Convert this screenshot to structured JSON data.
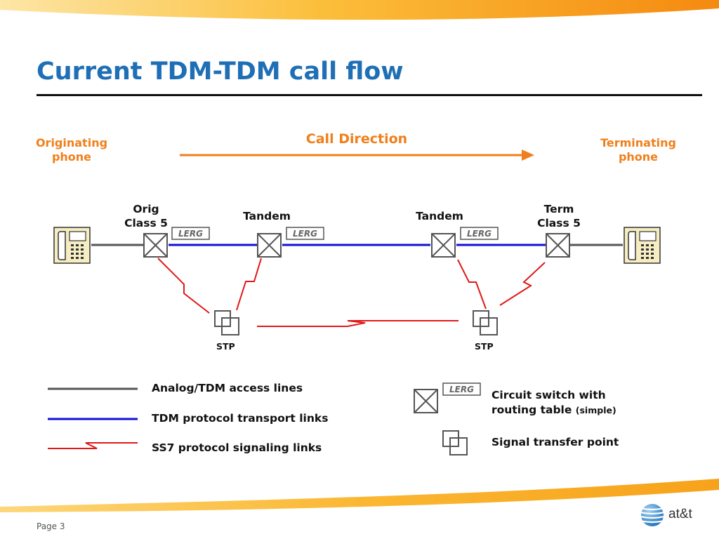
{
  "slide": {
    "title": "Current TDM-TDM call flow",
    "page_label": "Page 3",
    "brand": "at&t"
  },
  "diagram": {
    "call_direction": "Call Direction",
    "originating_phone": [
      "Originating",
      "phone"
    ],
    "terminating_phone": [
      "Terminating",
      "phone"
    ],
    "orig_switch": [
      "Orig",
      "Class 5"
    ],
    "tandem_left": "Tandem",
    "tandem_right": "Tandem",
    "term_switch": [
      "Term",
      "Class 5"
    ],
    "lerg_tag": "LERG",
    "stp_left": "STP",
    "stp_right": "STP"
  },
  "legend": {
    "analog": "Analog/TDM access lines",
    "tdm": "TDM protocol transport links",
    "ss7": "SS7 protocol signaling links",
    "circuit_switch_line1": "Circuit switch with",
    "circuit_switch_line2": "routing table",
    "circuit_switch_note": "(simple)",
    "stp": "Signal transfer point",
    "lerg_tag": "LERG"
  },
  "colors": {
    "title": "#1e6fb5",
    "accent_orange": "#f07f1a",
    "tdm_blue": "#1010d8",
    "ss7_red": "#e01818",
    "analog_gray": "#555555",
    "phone_fill": "#f6edc2"
  }
}
